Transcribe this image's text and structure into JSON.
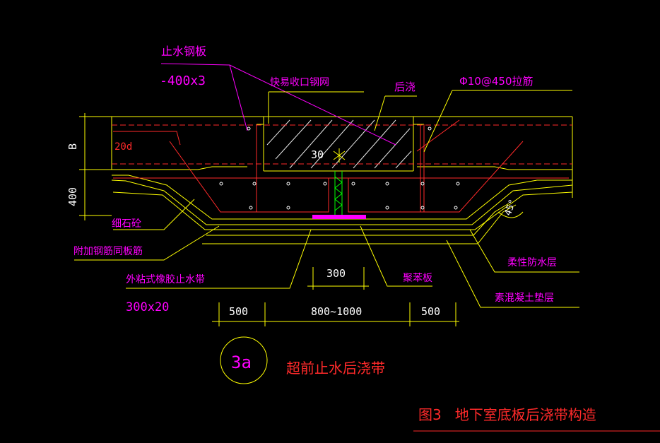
{
  "colors": {
    "background": "#000000",
    "magenta": "#ff00ff",
    "yellow": "#ffff00",
    "red": "#ff2a2a",
    "white": "#ffffff",
    "green": "#00ff00"
  },
  "labels": {
    "stop_plate": "止水钢板",
    "stop_plate_size": "-400x3",
    "mesh": "快易收口钢网",
    "post_pour": "后浇",
    "tie_bar": "Φ10@450拉筋",
    "dim_b": "B",
    "dim_400": "400",
    "anchor_20d": "20d",
    "dim_30": "30",
    "fine_stone": "细石砼",
    "extra_rebar": "附加钢筋同板筋",
    "rubber_band": "外粘式橡胶止水带",
    "rubber_band_size": "300x20",
    "dim_300": "300",
    "foam_board": "聚苯板",
    "flexible_waterproof": "柔性防水层",
    "concrete_cushion": "素混凝土垫层",
    "angle_45": "45°",
    "dim_500_left": "500",
    "dim_gap": "800~1000",
    "dim_500_right": "500",
    "detail_no": "3a",
    "detail_title": "超前止水后浇带",
    "figure_caption": "图3   地下室底板后浇带构造"
  }
}
